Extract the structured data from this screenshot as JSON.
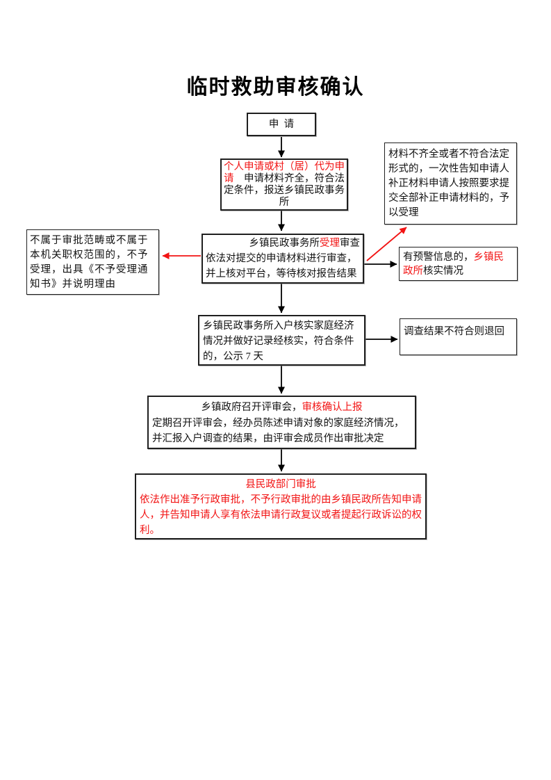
{
  "page": {
    "title": "临时救助审核确认"
  },
  "colors": {
    "red_text": "#f21313",
    "arrow_black": "#000000",
    "arrow_red": "#f21313"
  },
  "flowchart": {
    "apply": {
      "label": "申  请"
    },
    "submit": {
      "parts": [
        {
          "text": "个人申请或村（居）代为申请",
          "red": true
        },
        {
          "text": "　申请材料齐全，符合法定条件，报送乡镇民政事务所",
          "red": false
        }
      ]
    },
    "materials": {
      "text": "材料不齐全或者不符合法定形式的，一次性告知申请人补正材料申请人按照要求提交全部补正申请材料的，予以受理"
    },
    "accept": {
      "title_parts": [
        {
          "text": "乡镇民政事务所",
          "red": false
        },
        {
          "text": "受理",
          "red": true
        },
        {
          "text": "审查",
          "red": false
        }
      ],
      "body": "依法对提交的申请材料进行审查，并上核对平台，等待核对报告结果"
    },
    "reject": {
      "text": "不属于审批范畴或不属于本机关职权范围的，不予受理，出具《不予受理通知书》并说明理由"
    },
    "warning": {
      "parts": [
        {
          "text": "有预警信息的，",
          "red": false
        },
        {
          "text": "乡镇民政所",
          "red": true
        },
        {
          "text": "核实情况",
          "red": false
        }
      ]
    },
    "verify": {
      "text": "乡镇民政事务所入户核实家庭经济情况并做好记录经核实，符合条件的，公示 7 天"
    },
    "return": {
      "text": "调查结果不符合则退回"
    },
    "review": {
      "title_parts": [
        {
          "text": "乡镇政府召开评审会，",
          "red": false
        },
        {
          "text": "审核确认上报",
          "red": true
        }
      ],
      "body": "定期召开评审会，经办员陈述申请对象的家庭经济情况，并汇报入户调查的结果，由评审会成员作出审批决定"
    },
    "approve": {
      "title_parts": [
        {
          "text": "县民政部门审批",
          "red": true
        }
      ],
      "body_parts": [
        {
          "text": "依法作出准予行政审批，不予行政审批的由乡镇民政所告知申请人，并告知申请人享有依法申请行政复议或者提起行政诉讼的权利。",
          "red": true
        }
      ]
    }
  }
}
